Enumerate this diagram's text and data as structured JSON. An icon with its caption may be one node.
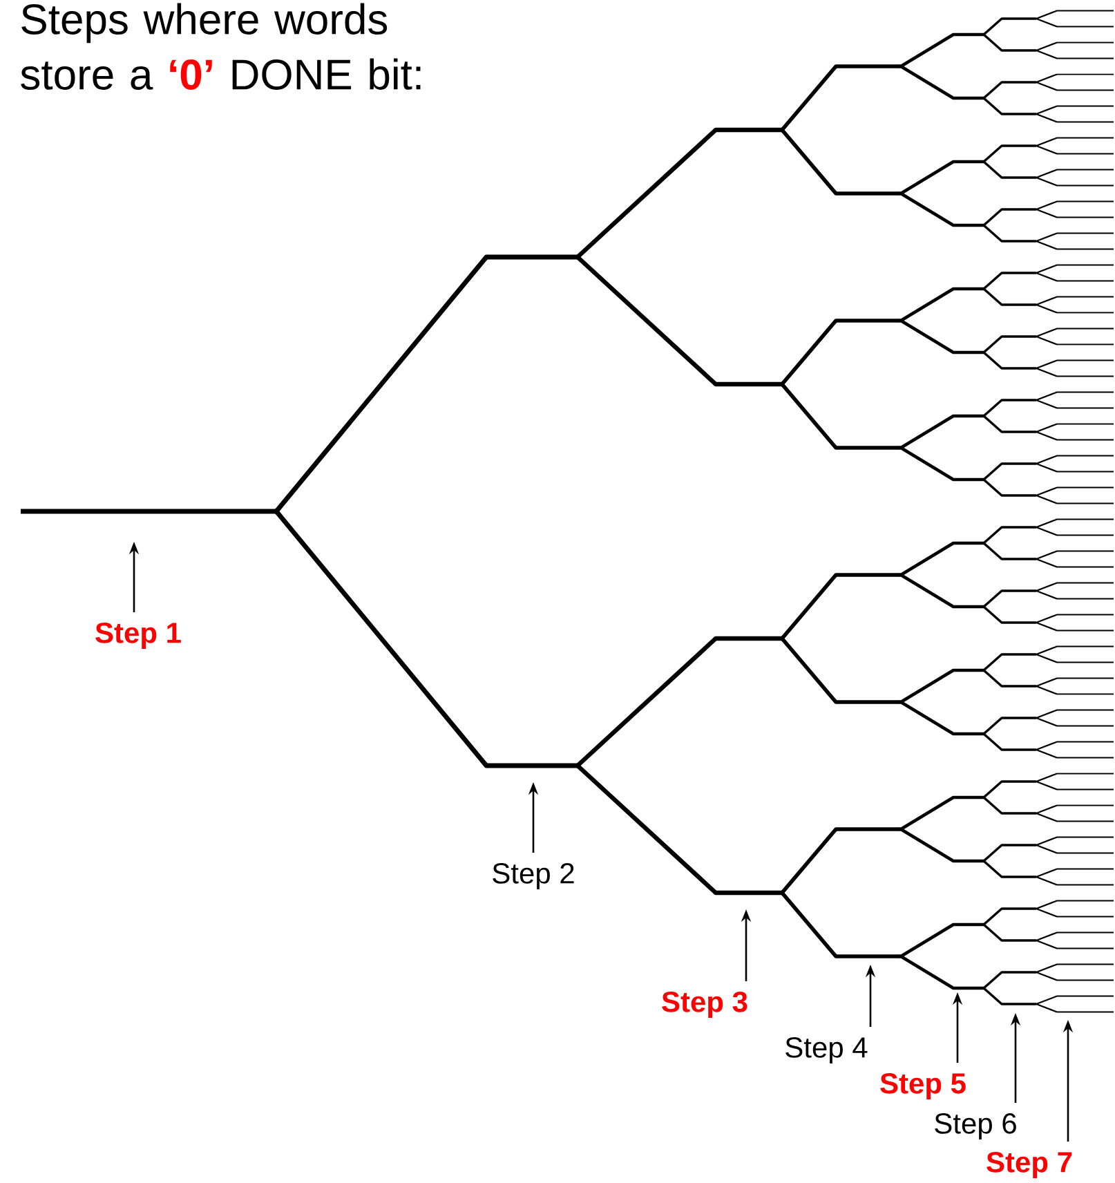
{
  "diagram": {
    "title": "Steps where words store a **‘0’** DONE bit:",
    "nodes": [
      {
        "text": [
          "Step 1"
        ]
      },
      {
        "text": [
          "Step 2"
        ]
      },
      {
        "text": [
          "Step 3"
        ]
      },
      {
        "text": [
          "Step 4"
        ]
      },
      {
        "text": [
          "Step 5"
        ]
      },
      {
        "text": [
          "Step 6"
        ]
      },
      {
        "text": [
          "Step 7"
        ]
      }
    ],
    "edges": [
      {
        "from": 0,
        "to": null,
        "arrow": "to"
      },
      {
        "from": 1,
        "to": null,
        "arrow": "to"
      },
      {
        "from": 2,
        "to": null,
        "arrow": "to"
      },
      {
        "from": 3,
        "to": null,
        "arrow": "to"
      },
      {
        "from": 4,
        "to": null,
        "arrow": "to"
      },
      {
        "from": 5,
        "to": null,
        "arrow": "to"
      },
      {
        "from": 6,
        "to": null,
        "arrow": "to"
      }
    ]
  }
}
